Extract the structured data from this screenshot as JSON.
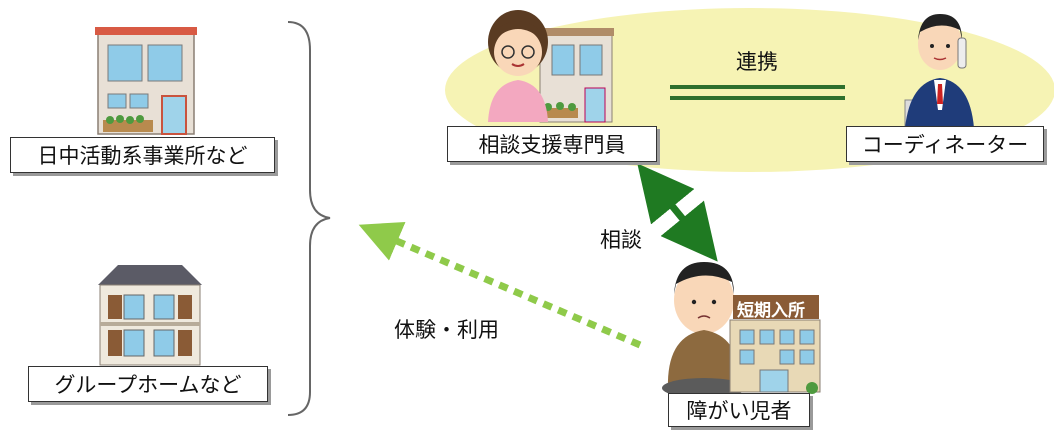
{
  "labels": {
    "day_activity": "日中活動系事業所など",
    "group_home": "グループホームなど",
    "consultant": "相談支援専門員",
    "coordinator": "コーディネーター",
    "child": "障がい児者",
    "shortstay_sign": "短期入所"
  },
  "captions": {
    "collaboration": "連携",
    "consultation": "相談",
    "experience": "体験・利用"
  },
  "icons": [
    "office-building-icon",
    "group-home-building-icon",
    "consultant-woman-icon",
    "coordinator-man-phone-icon",
    "child-person-icon",
    "short-stay-building-icon"
  ],
  "colors": {
    "ellipse": "#f6f3b4",
    "double_line": "#2e6f2e",
    "consult_arrow": "#1f7a22",
    "experience_arrow": "#8fca4a"
  }
}
